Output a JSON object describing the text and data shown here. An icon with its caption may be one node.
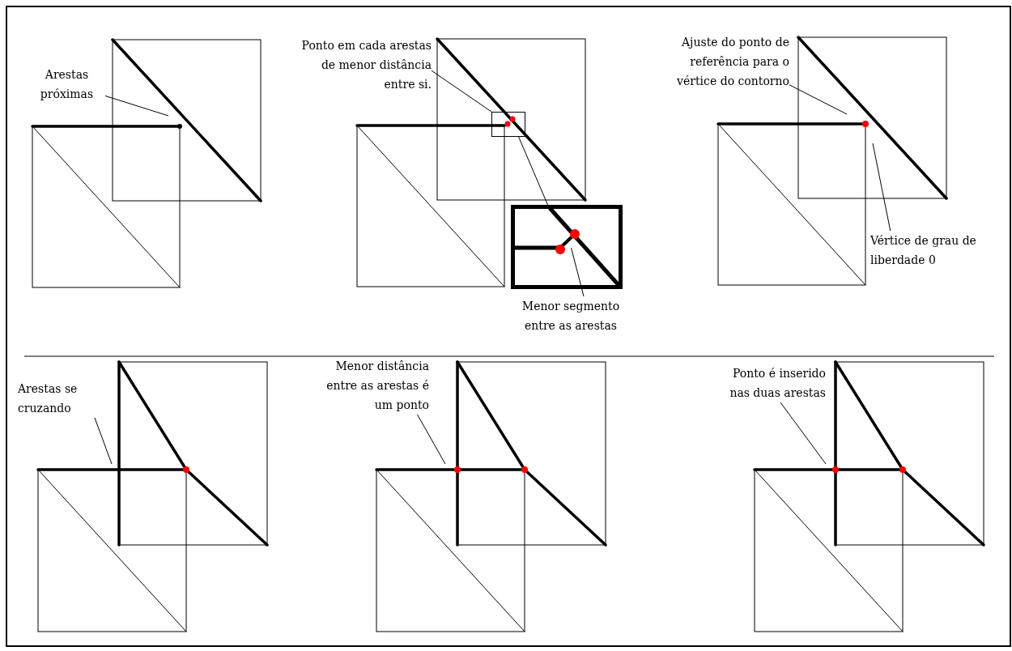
{
  "diagram": {
    "nodes": [
      {
        "text": [
          "Arestas próximas"
        ]
      },
      {
        "text": [
          "Ponto em cada arestas de menor distância entre si."
        ]
      },
      {
        "text": [],
        "shape": "box"
      },
      {
        "text": [],
        "shape": "box"
      },
      {
        "text": [
          "Menor segmento entre as arestas"
        ]
      },
      {
        "text": [
          "Ajuste do ponto de referência para o vértice do contorno"
        ]
      },
      {
        "text": [
          "Vértice de grau de liberdade 0"
        ]
      },
      {
        "text": [
          "Arestas se cruzando"
        ]
      },
      {
        "text": [
          "Menor distância entre as arestas é um ponto"
        ]
      },
      {
        "text": [
          "Ponto é inserido nas duas arestas"
        ]
      }
    ],
    "edges": [
      {
        "from": 0,
        "to": null,
        "arrow": "none"
      },
      {
        "from": 1,
        "to": 2,
        "arrow": "none"
      },
      {
        "from": 2,
        "to": 3,
        "arrow": "none"
      },
      {
        "from": 4,
        "to": 3,
        "arrow": "none"
      },
      {
        "from": 5,
        "to": null,
        "arrow": "none"
      },
      {
        "from": 6,
        "to": null,
        "arrow": "none"
      },
      {
        "from": 7,
        "to": null,
        "arrow": "none"
      },
      {
        "from": 8,
        "to": null,
        "arrow": "none"
      },
      {
        "from": 9,
        "to": null,
        "arrow": "none"
      }
    ]
  }
}
